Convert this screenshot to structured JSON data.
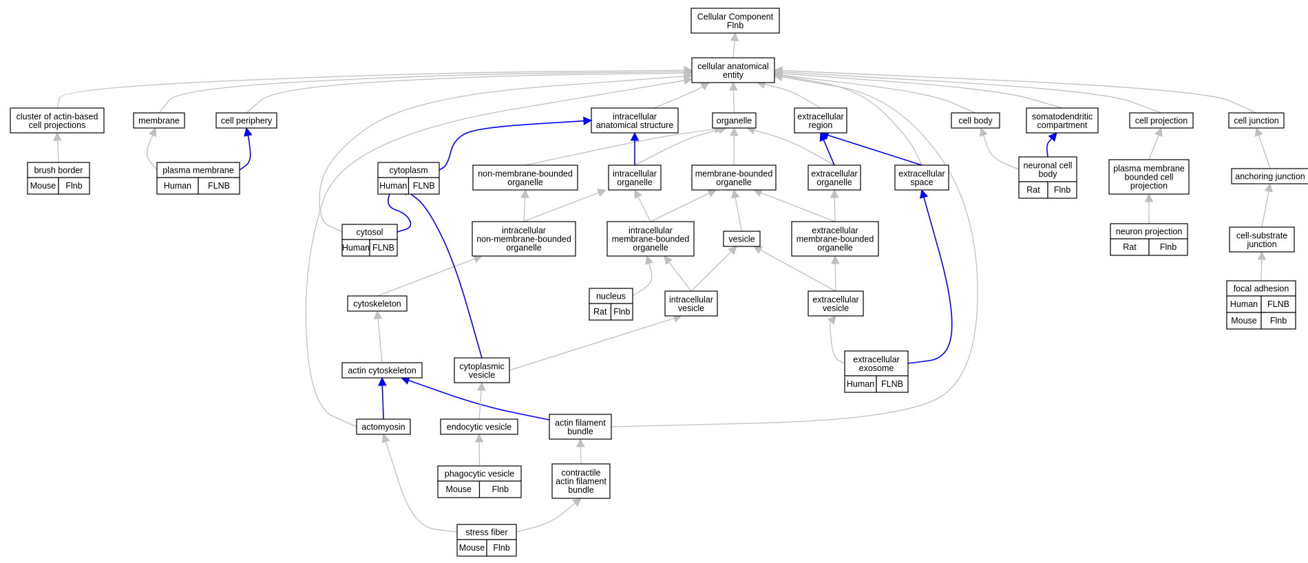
{
  "colors": {
    "human": "#fa6449",
    "mouse": "#add8e6",
    "rat": "#ffd700",
    "edge_default": "#c0c0c0",
    "edge_highlight": "#0000ff"
  },
  "nodes": {
    "cc": {
      "lines": [
        "Cellular Component",
        "Flnb"
      ]
    },
    "cae": {
      "lines": [
        "cellular anatomical",
        "entity"
      ]
    },
    "cluster": {
      "lines": [
        "cluster of actin-based",
        "cell projections"
      ]
    },
    "membrane": {
      "lines": [
        "membrane"
      ]
    },
    "periphery": {
      "lines": [
        "cell periphery"
      ]
    },
    "ias": {
      "lines": [
        "intracellular",
        "anatomical structure"
      ]
    },
    "organelle": {
      "lines": [
        "organelle"
      ]
    },
    "exregion": {
      "lines": [
        "extracellular",
        "region"
      ]
    },
    "cellbody": {
      "lines": [
        "cell body"
      ]
    },
    "somato": {
      "lines": [
        "somatodendritic",
        "compartment"
      ]
    },
    "cellproj": {
      "lines": [
        "cell projection"
      ]
    },
    "celljunc": {
      "lines": [
        "cell junction"
      ]
    },
    "brush": {
      "lines": [
        "brush border"
      ],
      "badges": [
        "Mouse",
        "Flnb"
      ]
    },
    "plasma": {
      "lines": [
        "plasma membrane"
      ],
      "badges": [
        "Human",
        "FLNB"
      ]
    },
    "cytoplasm": {
      "lines": [
        "cytoplasm"
      ],
      "badges": [
        "Human",
        "FLNB"
      ]
    },
    "nmbo": {
      "lines": [
        "non-membrane-bounded",
        "organelle"
      ]
    },
    "intorg": {
      "lines": [
        "intracellular",
        "organelle"
      ]
    },
    "mbo": {
      "lines": [
        "membrane-bounded",
        "organelle"
      ]
    },
    "exorg": {
      "lines": [
        "extracellular",
        "organelle"
      ]
    },
    "exspace": {
      "lines": [
        "extracellular",
        "space"
      ]
    },
    "ncb": {
      "lines": [
        "neuronal cell",
        "body"
      ],
      "badges": [
        "Rat",
        "Flnb"
      ]
    },
    "pmbcp": {
      "lines": [
        "plasma membrane",
        "bounded cell",
        "projection"
      ]
    },
    "anchor": {
      "lines": [
        "anchoring junction"
      ]
    },
    "cytosol": {
      "lines": [
        "cytosol"
      ],
      "badges": [
        "Human",
        "FLNB"
      ]
    },
    "inmbo": {
      "lines": [
        "intracellular",
        "non-membrane-bounded",
        "organelle"
      ]
    },
    "imbo": {
      "lines": [
        "intracellular",
        "membrane-bounded",
        "organelle"
      ]
    },
    "vesicle": {
      "lines": [
        "vesicle"
      ]
    },
    "embo": {
      "lines": [
        "extracellular",
        "membrane-bounded",
        "organelle"
      ]
    },
    "neuronproj": {
      "lines": [
        "neuron projection"
      ],
      "badges": [
        "Rat",
        "Flnb"
      ]
    },
    "csj": {
      "lines": [
        "cell-substrate",
        "junction"
      ]
    },
    "cytoskel": {
      "lines": [
        "cytoskeleton"
      ]
    },
    "nucleus": {
      "lines": [
        "nucleus"
      ],
      "badges": [
        "Rat",
        "Flnb"
      ]
    },
    "intves": {
      "lines": [
        "intracellular",
        "vesicle"
      ]
    },
    "exves": {
      "lines": [
        "extracellular",
        "vesicle"
      ]
    },
    "focal": {
      "lines": [
        "focal adhesion"
      ],
      "badges": [
        "Human",
        "FLNB"
      ],
      "badges2": [
        "Mouse",
        "Flnb"
      ]
    },
    "actincyto": {
      "lines": [
        "actin cytoskeleton"
      ]
    },
    "cytoves": {
      "lines": [
        "cytoplasmic",
        "vesicle"
      ]
    },
    "exosome": {
      "lines": [
        "extracellular",
        "exosome"
      ],
      "badges": [
        "Human",
        "FLNB"
      ]
    },
    "actomyosin": {
      "lines": [
        "actomyosin"
      ]
    },
    "endoves": {
      "lines": [
        "endocytic vesicle"
      ]
    },
    "afb": {
      "lines": [
        "actin filament",
        "bundle"
      ]
    },
    "phago": {
      "lines": [
        "phagocytic vesicle"
      ],
      "badges": [
        "Mouse",
        "Flnb"
      ]
    },
    "cafb": {
      "lines": [
        "contractile",
        "actin filament",
        "bundle"
      ]
    },
    "stress": {
      "lines": [
        "stress fiber"
      ],
      "badges": [
        "Mouse",
        "Flnb"
      ]
    }
  }
}
